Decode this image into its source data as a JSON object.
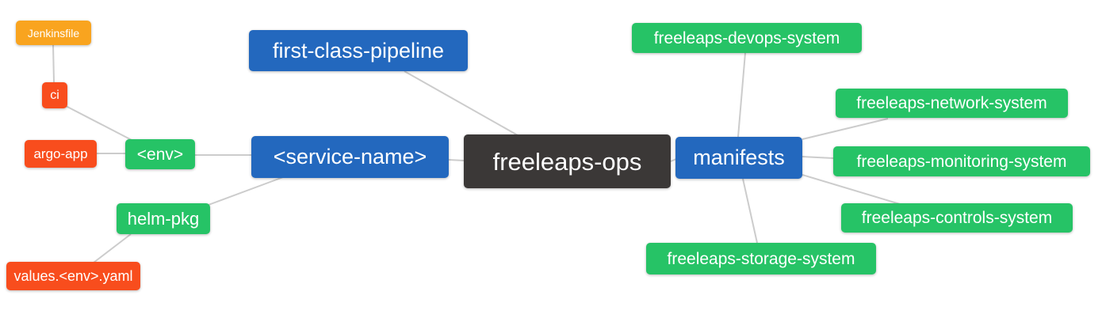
{
  "diagram": {
    "type": "mindmap",
    "background": "#ffffff",
    "edge_color": "#cccccc",
    "colors": {
      "orange": "#F9A41F",
      "red": "#F84D1D",
      "green": "#26C366",
      "blue": "#2368BE",
      "dark": "#3B3837",
      "text": "#ffffff"
    },
    "nodes": [
      {
        "id": "jenkinsfile",
        "label": "Jenkinsfile",
        "color": "#F9A41F"
      },
      {
        "id": "ci",
        "label": "ci",
        "color": "#F84D1D"
      },
      {
        "id": "argo-app",
        "label": "argo-app",
        "color": "#F84D1D"
      },
      {
        "id": "env",
        "label": "<env>",
        "color": "#26C366"
      },
      {
        "id": "helm-pkg",
        "label": "helm-pkg",
        "color": "#26C366"
      },
      {
        "id": "values-env-yaml",
        "label": "values.<env>.yaml",
        "color": "#F84D1D"
      },
      {
        "id": "first-class-pipeline",
        "label": "first-class-pipeline",
        "color": "#2368BE"
      },
      {
        "id": "service-name",
        "label": "<service-name>",
        "color": "#2368BE"
      },
      {
        "id": "freeleaps-ops",
        "label": "freeleaps-ops",
        "color": "#3B3837"
      },
      {
        "id": "manifests",
        "label": "manifests",
        "color": "#2368BE"
      },
      {
        "id": "freeleaps-devops-system",
        "label": "freeleaps-devops-system",
        "color": "#26C366"
      },
      {
        "id": "freeleaps-network-system",
        "label": "freeleaps-network-system",
        "color": "#26C366"
      },
      {
        "id": "freeleaps-monitoring-system",
        "label": "freeleaps-monitoring-system",
        "color": "#26C366"
      },
      {
        "id": "freeleaps-controls-system",
        "label": "freeleaps-controls-system",
        "color": "#26C366"
      },
      {
        "id": "freeleaps-storage-system",
        "label": "freeleaps-storage-system",
        "color": "#26C366"
      }
    ],
    "edges": [
      {
        "from": "jenkinsfile",
        "to": "ci"
      },
      {
        "from": "ci",
        "to": "env"
      },
      {
        "from": "argo-app",
        "to": "env"
      },
      {
        "from": "env",
        "to": "service-name"
      },
      {
        "from": "service-name",
        "to": "helm-pkg"
      },
      {
        "from": "helm-pkg",
        "to": "values-env-yaml"
      },
      {
        "from": "first-class-pipeline",
        "to": "freeleaps-ops"
      },
      {
        "from": "service-name",
        "to": "freeleaps-ops"
      },
      {
        "from": "freeleaps-ops",
        "to": "manifests"
      },
      {
        "from": "manifests",
        "to": "freeleaps-devops-system"
      },
      {
        "from": "manifests",
        "to": "freeleaps-network-system"
      },
      {
        "from": "manifests",
        "to": "freeleaps-monitoring-system"
      },
      {
        "from": "manifests",
        "to": "freeleaps-controls-system"
      },
      {
        "from": "manifests",
        "to": "freeleaps-storage-system"
      }
    ]
  }
}
